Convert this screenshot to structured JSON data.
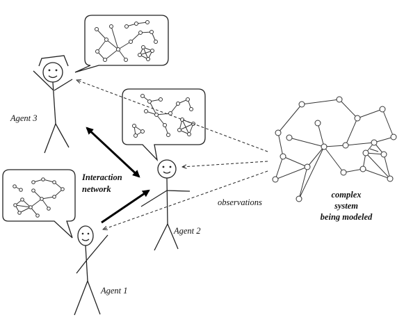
{
  "labels": {
    "agent1": "Agent 1",
    "agent2": "Agent 2",
    "agent3": "Agent 3",
    "interaction_line1": "Interaction",
    "interaction_line2": "network",
    "observations": "observations",
    "complex_line1": "complex",
    "complex_line2": "system",
    "complex_line3": "being modeled"
  }
}
